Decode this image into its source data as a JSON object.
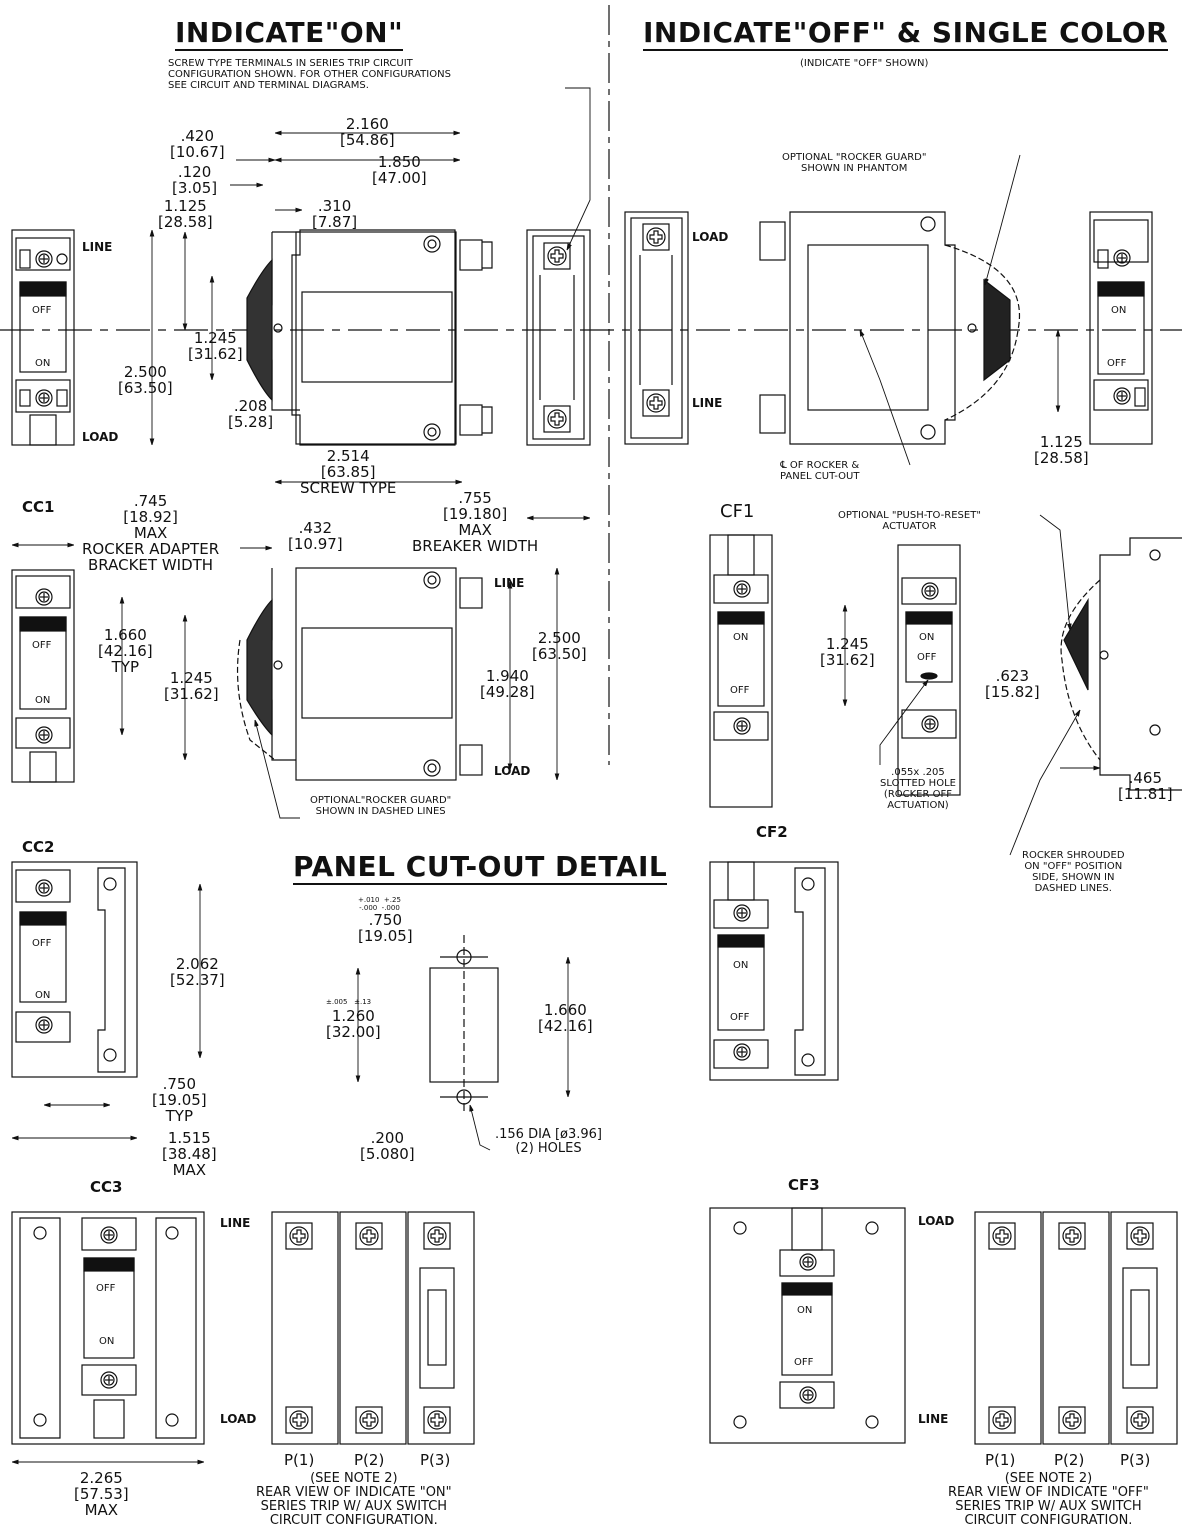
{
  "titles": {
    "indicate_on": "INDICATE\"ON\"",
    "indicate_off": "INDICATE\"OFF\" & SINGLE COLOR",
    "indicate_off_sub": "(INDICATE \"OFF\" SHOWN)",
    "panel_cutout": "PANEL CUT-OUT DETAIL"
  },
  "notes": {
    "screw_terminals": "SCREW TYPE TERMINALS IN SERIES TRIP CIRCUIT\nCONFIGURATION SHOWN. FOR OTHER CONFIGURATIONS\nSEE CIRCUIT AND TERMINAL DIAGRAMS.",
    "rocker_guard_phantom": "OPTIONAL \"ROCKER GUARD\"\nSHOWN IN PHANTOM",
    "rocker_guard_dashed": "OPTIONAL\"ROCKER GUARD\"\nSHOWN IN DASHED LINES",
    "centerline_rocker": "℄ OF ROCKER &\nPANEL CUT-OUT",
    "push_to_reset": "OPTIONAL \"PUSH-TO-RESET\"\nACTUATOR",
    "slotted_hole": ".055x .205\nSLOTTED HOLE\n(ROCKER OFF\nACTUATION)",
    "rocker_shrouded": "ROCKER SHROUDED\nON \"OFF\" POSITION\nSIDE, SHOWN IN\nDASHED LINES.",
    "holes": ".156 DIA [ø3.96]\n(2) HOLES",
    "rear_on": "(SEE NOTE 2)\nREAR VIEW OF INDICATE \"ON\"\nSERIES TRIP W/ AUX SWITCH\nCIRCUIT CONFIGURATION.",
    "rear_off": "(SEE NOTE 2)\nREAR VIEW OF INDICATE \"OFF\"\nSERIES TRIP W/ AUX SWITCH\nCIRCUIT CONFIGURATION."
  },
  "labels": {
    "line": "LINE",
    "load": "LOAD",
    "cc1": "CC1",
    "cc2": "CC2",
    "cc3": "CC3",
    "cf1": "CF1",
    "cf2": "CF2",
    "cf3": "CF3",
    "off": "OFF",
    "on": "ON",
    "bar": "|",
    "dot": "O",
    "p1": "P(1)",
    "p2": "P(2)",
    "p3": "P(3)"
  },
  "dims": {
    "d420": ".420\n[10.67]",
    "d120": ".120\n[3.05]",
    "d1125a": "1.125\n[28.58]",
    "d2160": "2.160\n[54.86]",
    "d1850": "1.850\n[47.00]",
    "d310": ".310\n[7.87]",
    "d1245a": "1.245\n[31.62]",
    "d2500a": "2.500\n[63.50]",
    "d208": ".208\n[5.28]",
    "d2514": "2.514\n[63.85]\nSCREW TYPE",
    "d755": ".755\n[19.180]\nMAX\nBREAKER WIDTH",
    "d1125b": "1.125\n[28.58]",
    "d745": ".745\n[18.92]\nMAX\nROCKER ADAPTER\nBRACKET WIDTH",
    "d1660a": "1.660\n[42.16]\nTYP",
    "d432": ".432\n[10.97]",
    "d1245b": "1.245\n[31.62]",
    "d1940": "1.940\n[49.28]",
    "d2500b": "2.500\n[63.50]",
    "d1245c": "1.245\n[31.62]",
    "d623": ".623\n[15.82]",
    "d465": ".465\n[11.81]",
    "d2062": "2.062\n[52.37]",
    "d750a": ".750\n[19.05]\nTYP",
    "d1515": "1.515\n[38.48]\nMAX",
    "d750b": ".750\n[19.05]",
    "tol750": "+.010  +.25\n-.000  -.000",
    "d1260": "1.260\n[32.00]",
    "tol1260": "±.005   ±.13",
    "d1660b": "1.660\n[42.16]",
    "d200": ".200\n[5.080]",
    "d2265": "2.265\n[57.53]\nMAX"
  }
}
